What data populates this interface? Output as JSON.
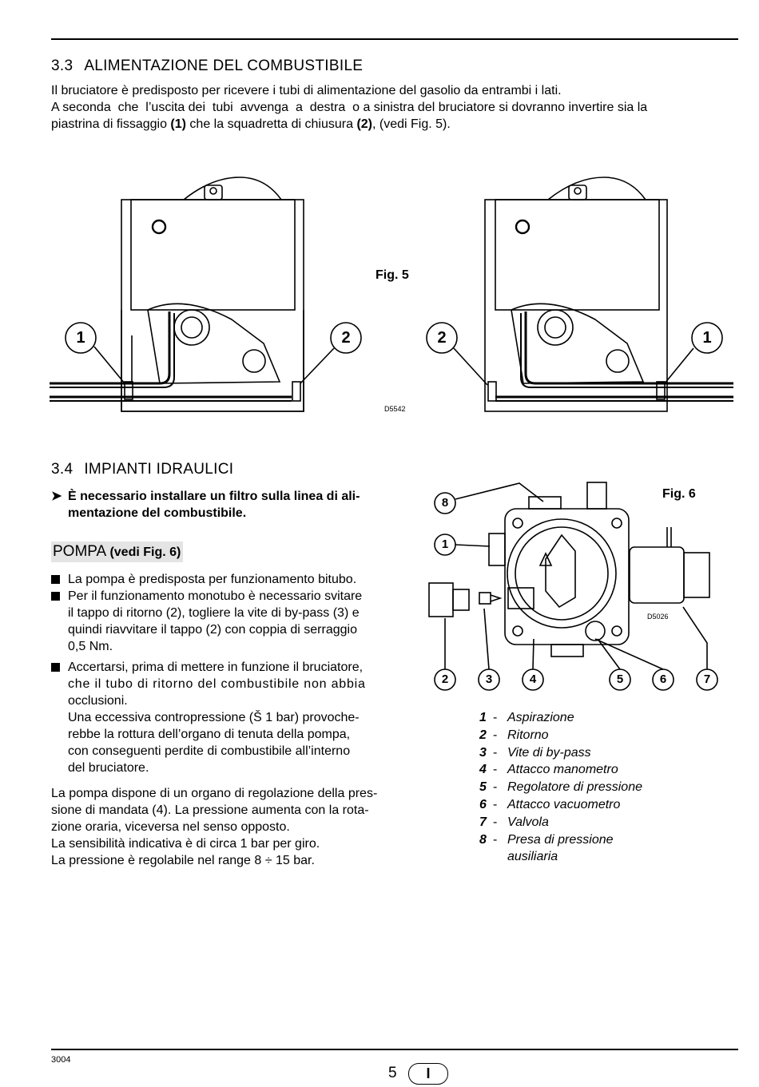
{
  "section33": {
    "number": "3.3",
    "title": "ALIMENTAZIONE DEL COMBUSTIBILE",
    "line1": "Il bruciatore è predisposto per ricevere i tubi di alimentazione del gasolio da entrambi i lati.",
    "line2": "A seconda  che  l’uscita dei  tubi  avvenga  a  destra  o a sinistra del bruciatore si dovranno invertire sia la",
    "line3a": "piastrina di fissaggio ",
    "line3b": "(1)",
    "line3c": " che la squadretta di chiusura ",
    "line3d": "(2)",
    "line3e": ", (vedi Fig. 5)."
  },
  "fig5": {
    "label": "Fig. 5",
    "code": "D5542",
    "callouts": [
      "1",
      "2",
      "2",
      "1"
    ]
  },
  "section34": {
    "number": "3.4",
    "title": "IMPIANTI IDRAULICI",
    "arrow": "➤",
    "note_line1": "È necessario installare un filtro sulla linea di ali-",
    "note_line2": "mentazione del combustibile."
  },
  "pompa": {
    "title": "POMPA",
    "subtitle": "(vedi Fig. 6)",
    "bullets": [
      [
        "La pompa è predisposta per funzionamento bitubo."
      ],
      [
        "Per il funzionamento monotubo è necessario svitare",
        "il tappo di ritorno (2), togliere la vite di by-pass (3) e",
        "quindi riavvitare il tappo (2) con coppia di serraggio",
        "0,5 Nm."
      ],
      [
        "Accertarsi, prima di mettere in funzione il bruciatore,",
        "che il tubo di ritorno del combustibile non abbia",
        "occlusioni.",
        "Una eccessiva contropressione (Š 1 bar) provoche-",
        "rebbe la rottura dell’organo di tenuta della pompa,",
        "con conseguenti perdite di combustibile all’interno",
        "del bruciatore."
      ]
    ],
    "paragraph": [
      "La pompa dispone di un organo di regolazione della pres-",
      "sione di mandata (4). La pressione aumenta con la rota-",
      "zione oraria, viceversa nel senso opposto.",
      "La sensibilità indicativa è di circa 1 bar per giro.",
      "La pressione è regolabile nel range 8 ÷ 15 bar."
    ]
  },
  "fig6": {
    "label": "Fig. 6",
    "code": "D5026",
    "callouts": [
      "8",
      "1",
      "2",
      "3",
      "4",
      "5",
      "6",
      "7"
    ],
    "legend": [
      {
        "num": "1",
        "text": "Aspirazione"
      },
      {
        "num": "2",
        "text": "Ritorno"
      },
      {
        "num": "3",
        "text": "Vite di by-pass"
      },
      {
        "num": "4",
        "text": "Attacco manometro"
      },
      {
        "num": "5",
        "text": "Regolatore di pressione"
      },
      {
        "num": "6",
        "text": "Attacco vacuometro"
      },
      {
        "num": "7",
        "text": "Valvola"
      },
      {
        "num": "8",
        "text": "Presa di pressione",
        "cont": "ausiliaria"
      }
    ]
  },
  "footer": {
    "code": "3004",
    "page": "5",
    "lang": "I"
  }
}
